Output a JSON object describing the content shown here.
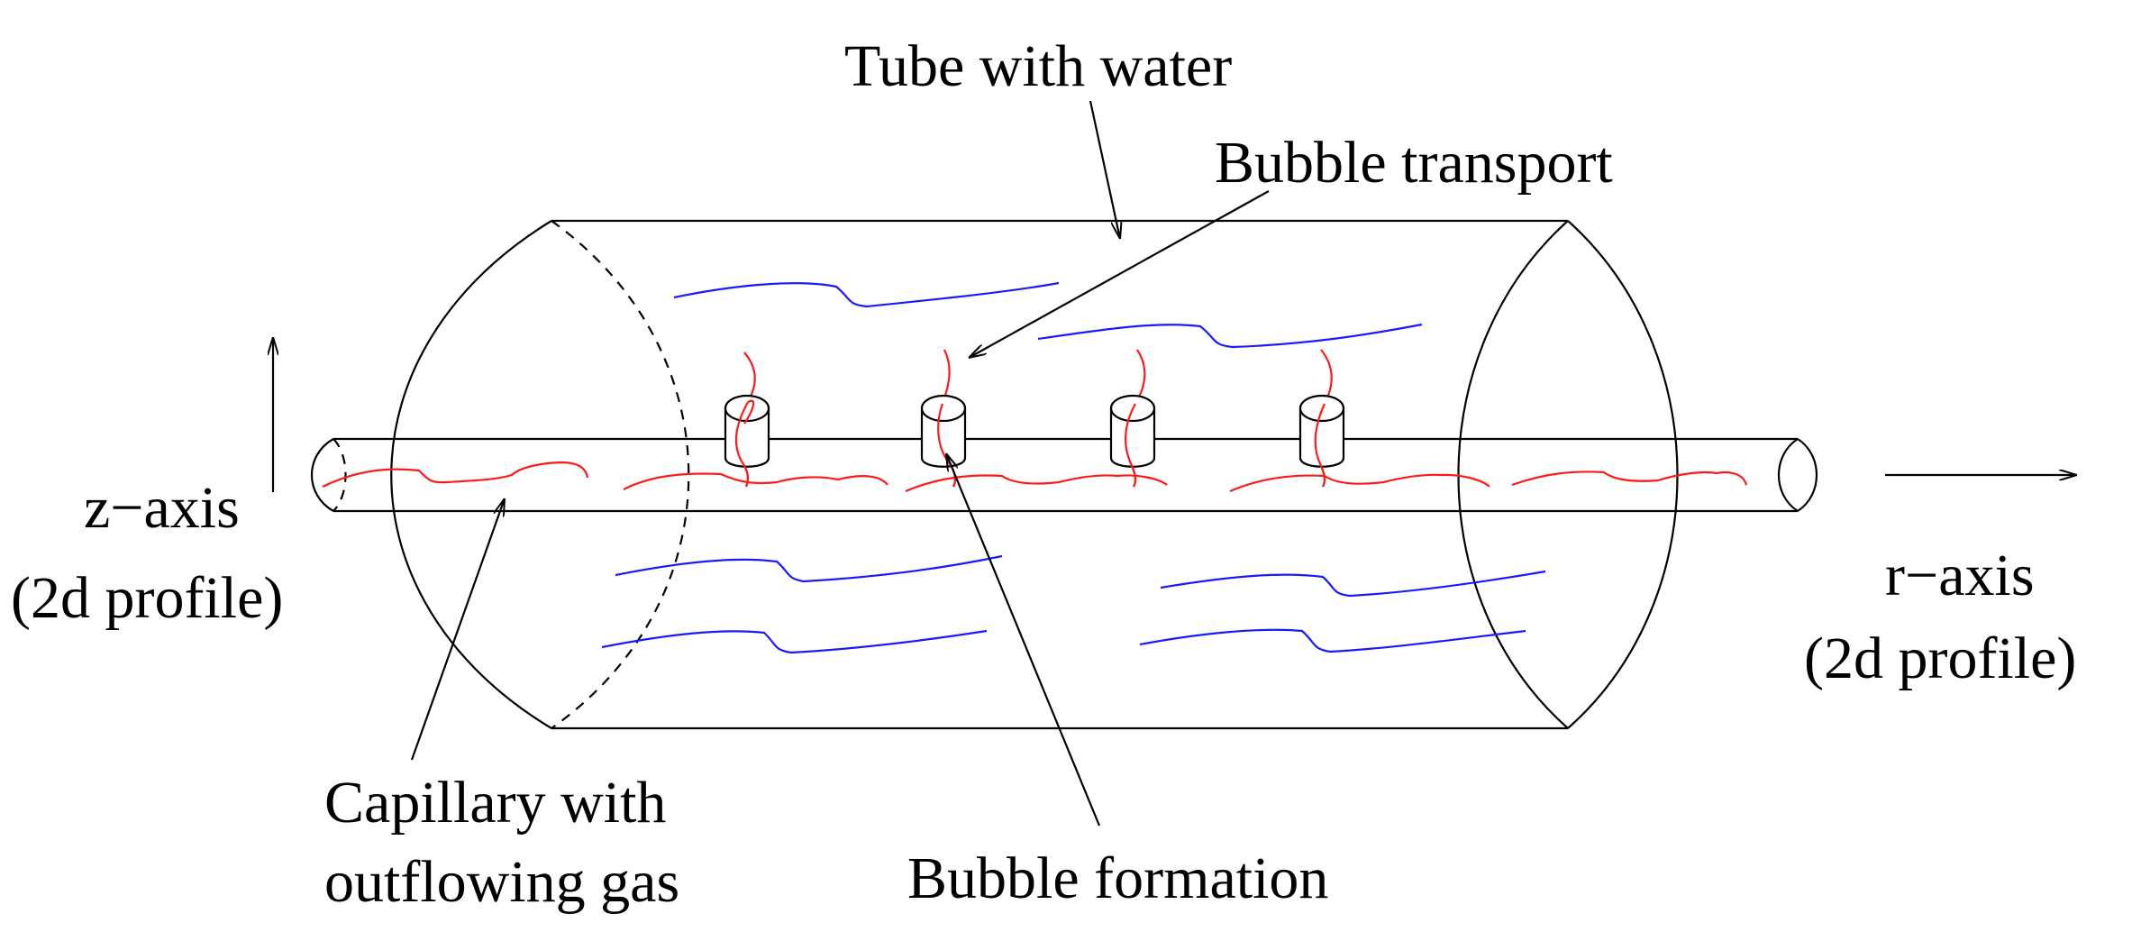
{
  "labels": {
    "tube_with_water": "Tube with water",
    "bubble_transport": "Bubble transport",
    "z_axis": "z−axis",
    "z_axis_sub": "(2d  profile)",
    "r_axis": "r−axis",
    "r_axis_sub": "(2d  profile)",
    "capillary_line1": "Capillary with",
    "capillary_line2": "outflowing gas",
    "bubble_formation": "Bubble formation"
  },
  "colors": {
    "water_flow": "#1a1aff",
    "gas_flow": "#ff1a1a",
    "outline": "#000000"
  }
}
